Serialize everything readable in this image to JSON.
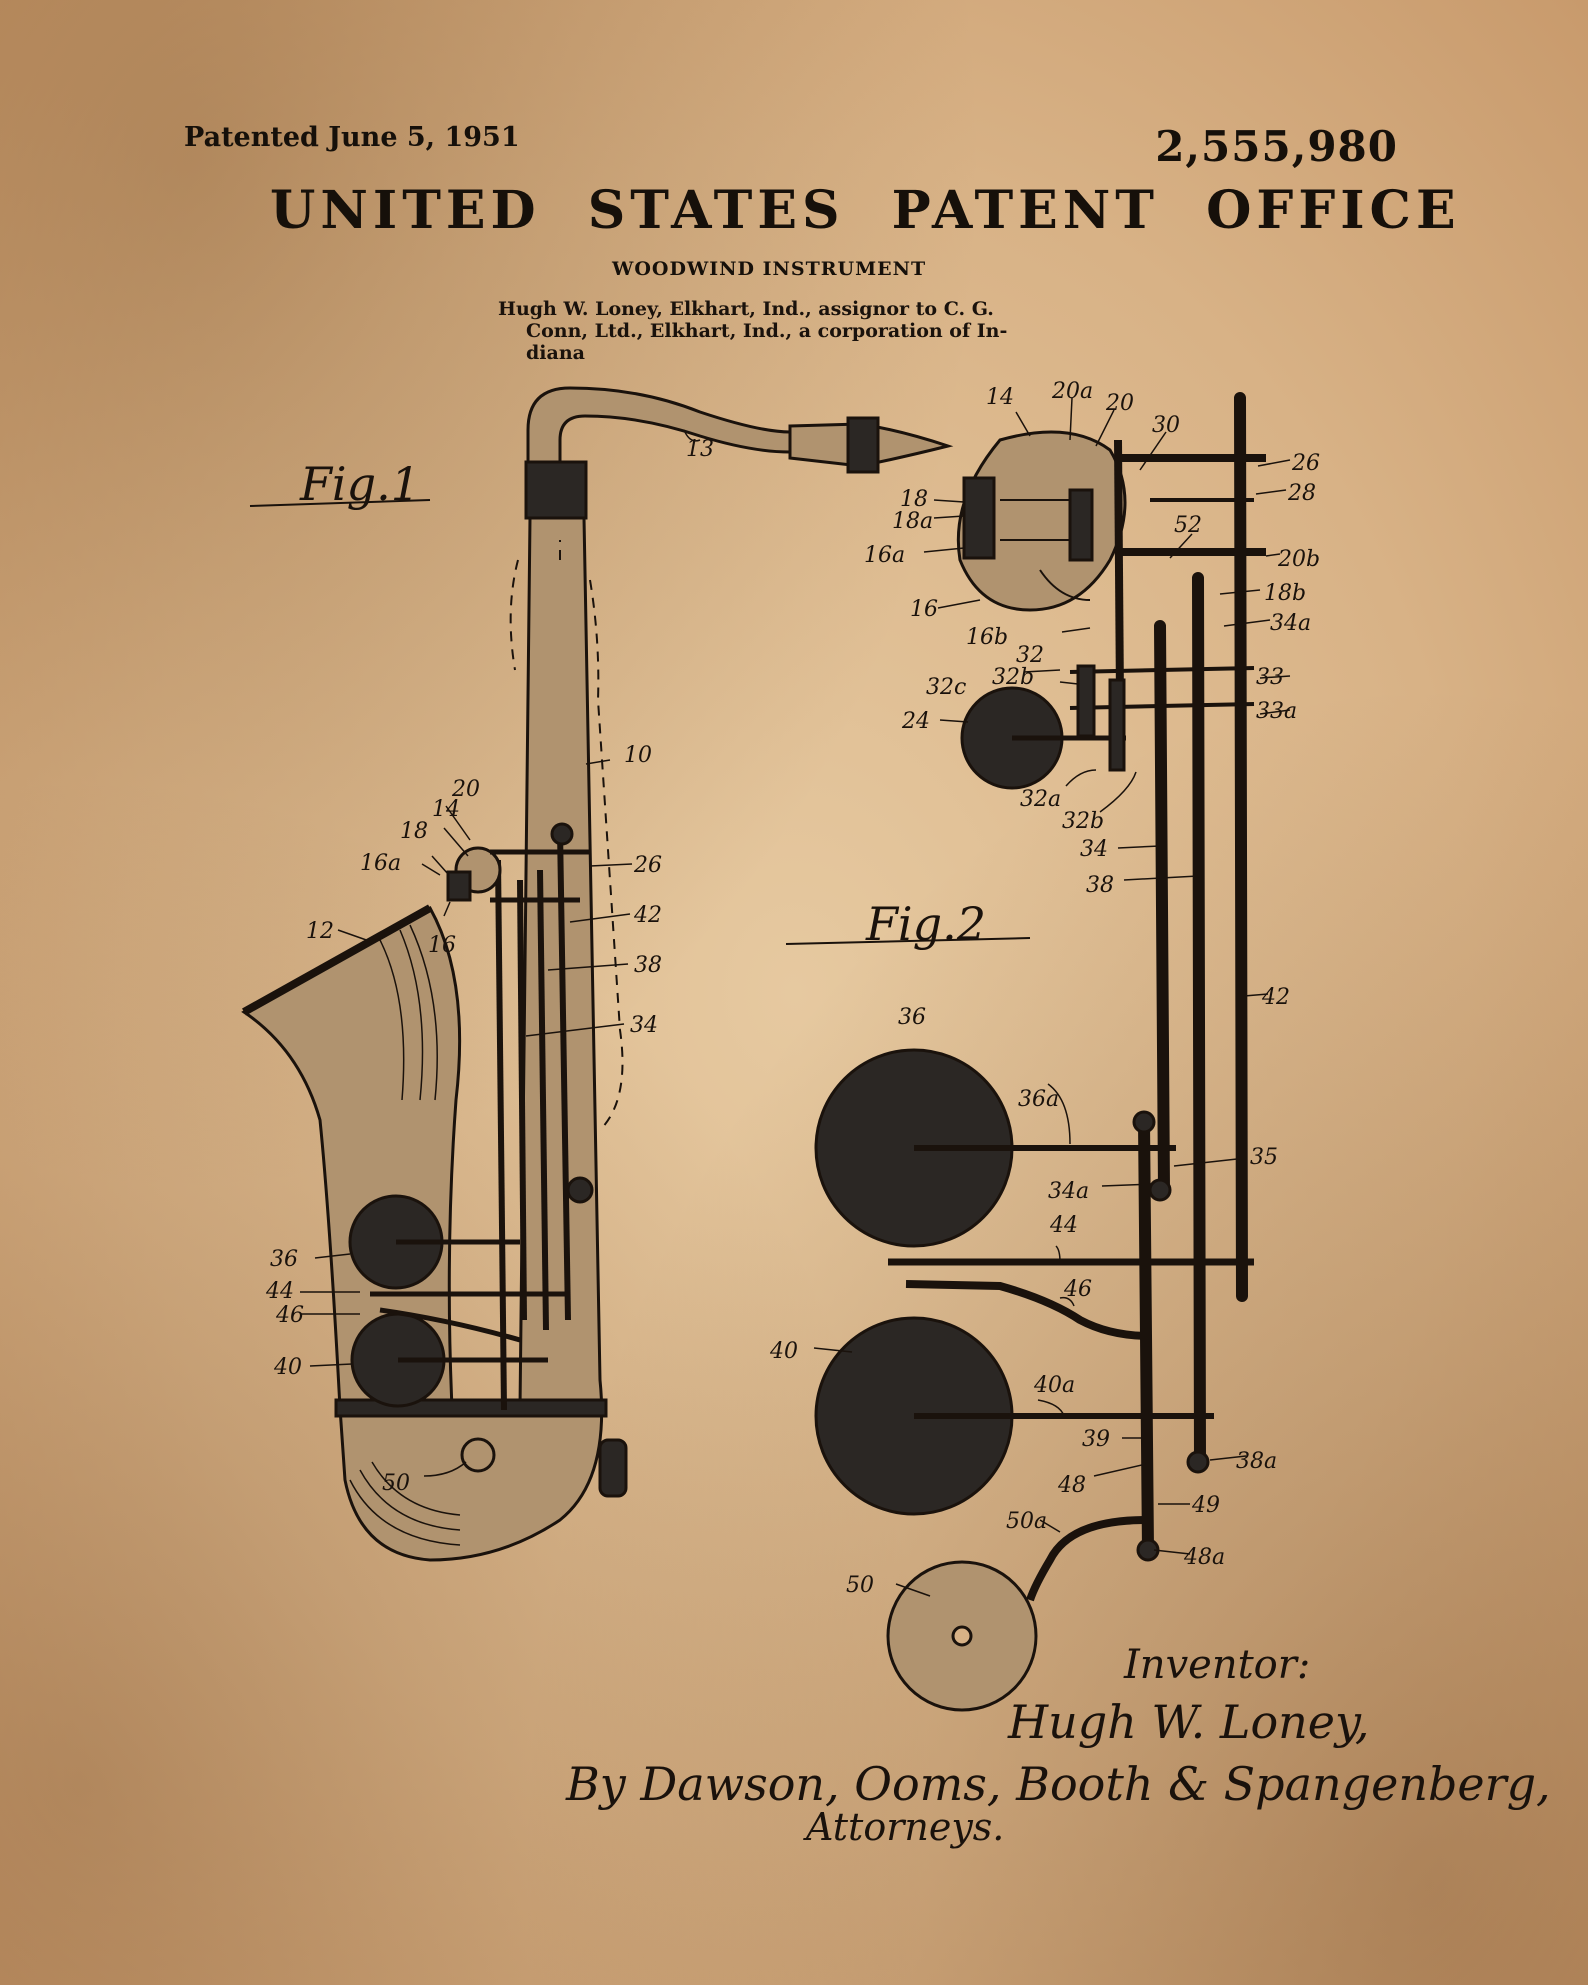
{
  "header": {
    "patented": "Patented June 5, 1951",
    "patent_number": "2,555,980",
    "office": "UNITED STATES PATENT OFFICE",
    "invention": "WOODWIND INSTRUMENT",
    "assignor_line1": "Hugh W. Loney, Elkhart, Ind., assignor to C. G.",
    "assignor_line2": "Conn, Ltd., Elkhart, Ind., a corporation of In-",
    "assignor_line3": "diana"
  },
  "figures": {
    "fig1": "Fig.1",
    "fig2": "Fig.2"
  },
  "fig1_labels": {
    "l13": "13",
    "l10": "10",
    "l20": "20",
    "l14": "14",
    "l18": "18",
    "l16a": "16a",
    "l16": "16",
    "l12": "12",
    "l26": "26",
    "l42": "42",
    "l38": "38",
    "l34": "34",
    "l36": "36",
    "l44": "44",
    "l46": "46",
    "l40": "40",
    "l50": "50"
  },
  "fig2_labels": {
    "l14": "14",
    "l20a": "20a",
    "l20": "20",
    "l30": "30",
    "l26": "26",
    "l28": "28",
    "l18": "18",
    "l18a": "18a",
    "l16a": "16a",
    "l52": "52",
    "l20b": "20b",
    "l18b": "18b",
    "l16": "16",
    "l34a": "34a",
    "l16b": "16b",
    "l32": "32",
    "l32c": "32c",
    "l32b": "32b",
    "l33": "33",
    "l33a": "33a",
    "l24": "24",
    "l32a": "32a",
    "l32b2": "32b",
    "l34": "34",
    "l38": "38",
    "l42": "42",
    "l36": "36",
    "l36a": "36a",
    "l35": "35",
    "l34a2": "34a",
    "l44": "44",
    "l46": "46",
    "l40": "40",
    "l40a": "40a",
    "l39": "39",
    "l38a": "38a",
    "l48": "48",
    "l49": "49",
    "l50a": "50a",
    "l48a": "48a",
    "l50": "50"
  },
  "signature": {
    "inventor_caption": "Inventor:",
    "inventor_name": "Hugh W. Loney,",
    "by_line": "By Dawson, Ooms, Booth & Spangenberg,",
    "attorneys": "Attorneys."
  },
  "colors": {
    "paper": "#dcb88c",
    "ink": "#1a120c",
    "brass": "#b0936f",
    "pad": "#2b2724"
  }
}
